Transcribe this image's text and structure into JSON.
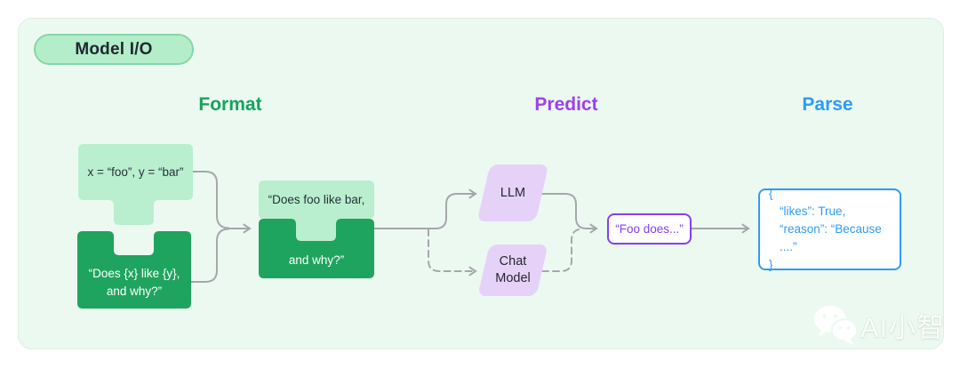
{
  "panel": {
    "badge": "Model I/O"
  },
  "stages": {
    "format": {
      "label": "Format",
      "color": "#17a35b"
    },
    "predict": {
      "label": "Predict",
      "color": "#9d3ff2"
    },
    "parse": {
      "label": "Parse",
      "color": "#2e9bf5"
    }
  },
  "format": {
    "input_values": "x = “foo”, y = “bar”",
    "prompt_template_line1": "“Does {x} like {y},",
    "prompt_template_line2": "and why?”",
    "formatted_prompt_line1": "“Does foo like bar,",
    "formatted_prompt_line2": "and why?”"
  },
  "predict": {
    "llm_label": "LLM",
    "chat_model_line1": "Chat",
    "chat_model_line2": "Model",
    "model_output": "“Foo does...”"
  },
  "parse": {
    "line1": "{",
    "line2": "“likes”: True,",
    "line3": "“reason”: “Because ....”",
    "line4": "}"
  },
  "colors": {
    "panel_bg": "#ecf9f1",
    "light_green_piece": "#b9efce",
    "dark_green_piece": "#1ea45e",
    "parallelogram": "#e6d2f8",
    "connector_gray": "#a5a7ab",
    "output_purple": "#8440f0",
    "parse_blue": "#2e9bf5"
  },
  "watermark": {
    "label": "AI小智",
    "icon": "wechat-icon"
  }
}
